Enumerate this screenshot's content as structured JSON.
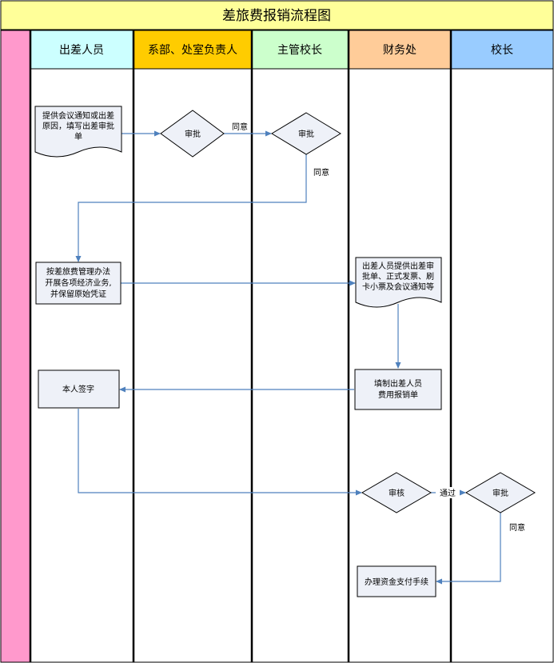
{
  "title": "差旅费报销流程图",
  "colors": {
    "title_bg": "#ffff99",
    "side_bar": "#ff99cc",
    "lane_headers": [
      "#ccffff",
      "#ffcc00",
      "#ccffcc",
      "#ffcc99",
      "#99ccff"
    ],
    "node_fill": "#eef1f8",
    "arrow": "#4f81bd"
  },
  "lanes": [
    "出差人员",
    "系部、处室负责人",
    "主管校长",
    "财务处",
    "校长"
  ],
  "nodes": {
    "n1": [
      "提供会议通知或出差",
      "原因，填写出差审批",
      "单"
    ],
    "d1": "审批",
    "d2": "审批",
    "n2": [
      "按差旅费管理办法",
      "开展各项经济业务,",
      "并保留原始凭证"
    ],
    "n3": [
      "出差人员提供出差审",
      "批单、正式发票、刷",
      "卡小票及会议通知等"
    ],
    "n4": [
      "填制出差人员",
      "费用报销单"
    ],
    "n5": "本人签字",
    "d3": "审核",
    "d4": "审批",
    "n6": "办理资金支付手续"
  },
  "edge_labels": {
    "e1": "同意",
    "e2": "同意",
    "e3": "通过",
    "e4": "同意"
  }
}
